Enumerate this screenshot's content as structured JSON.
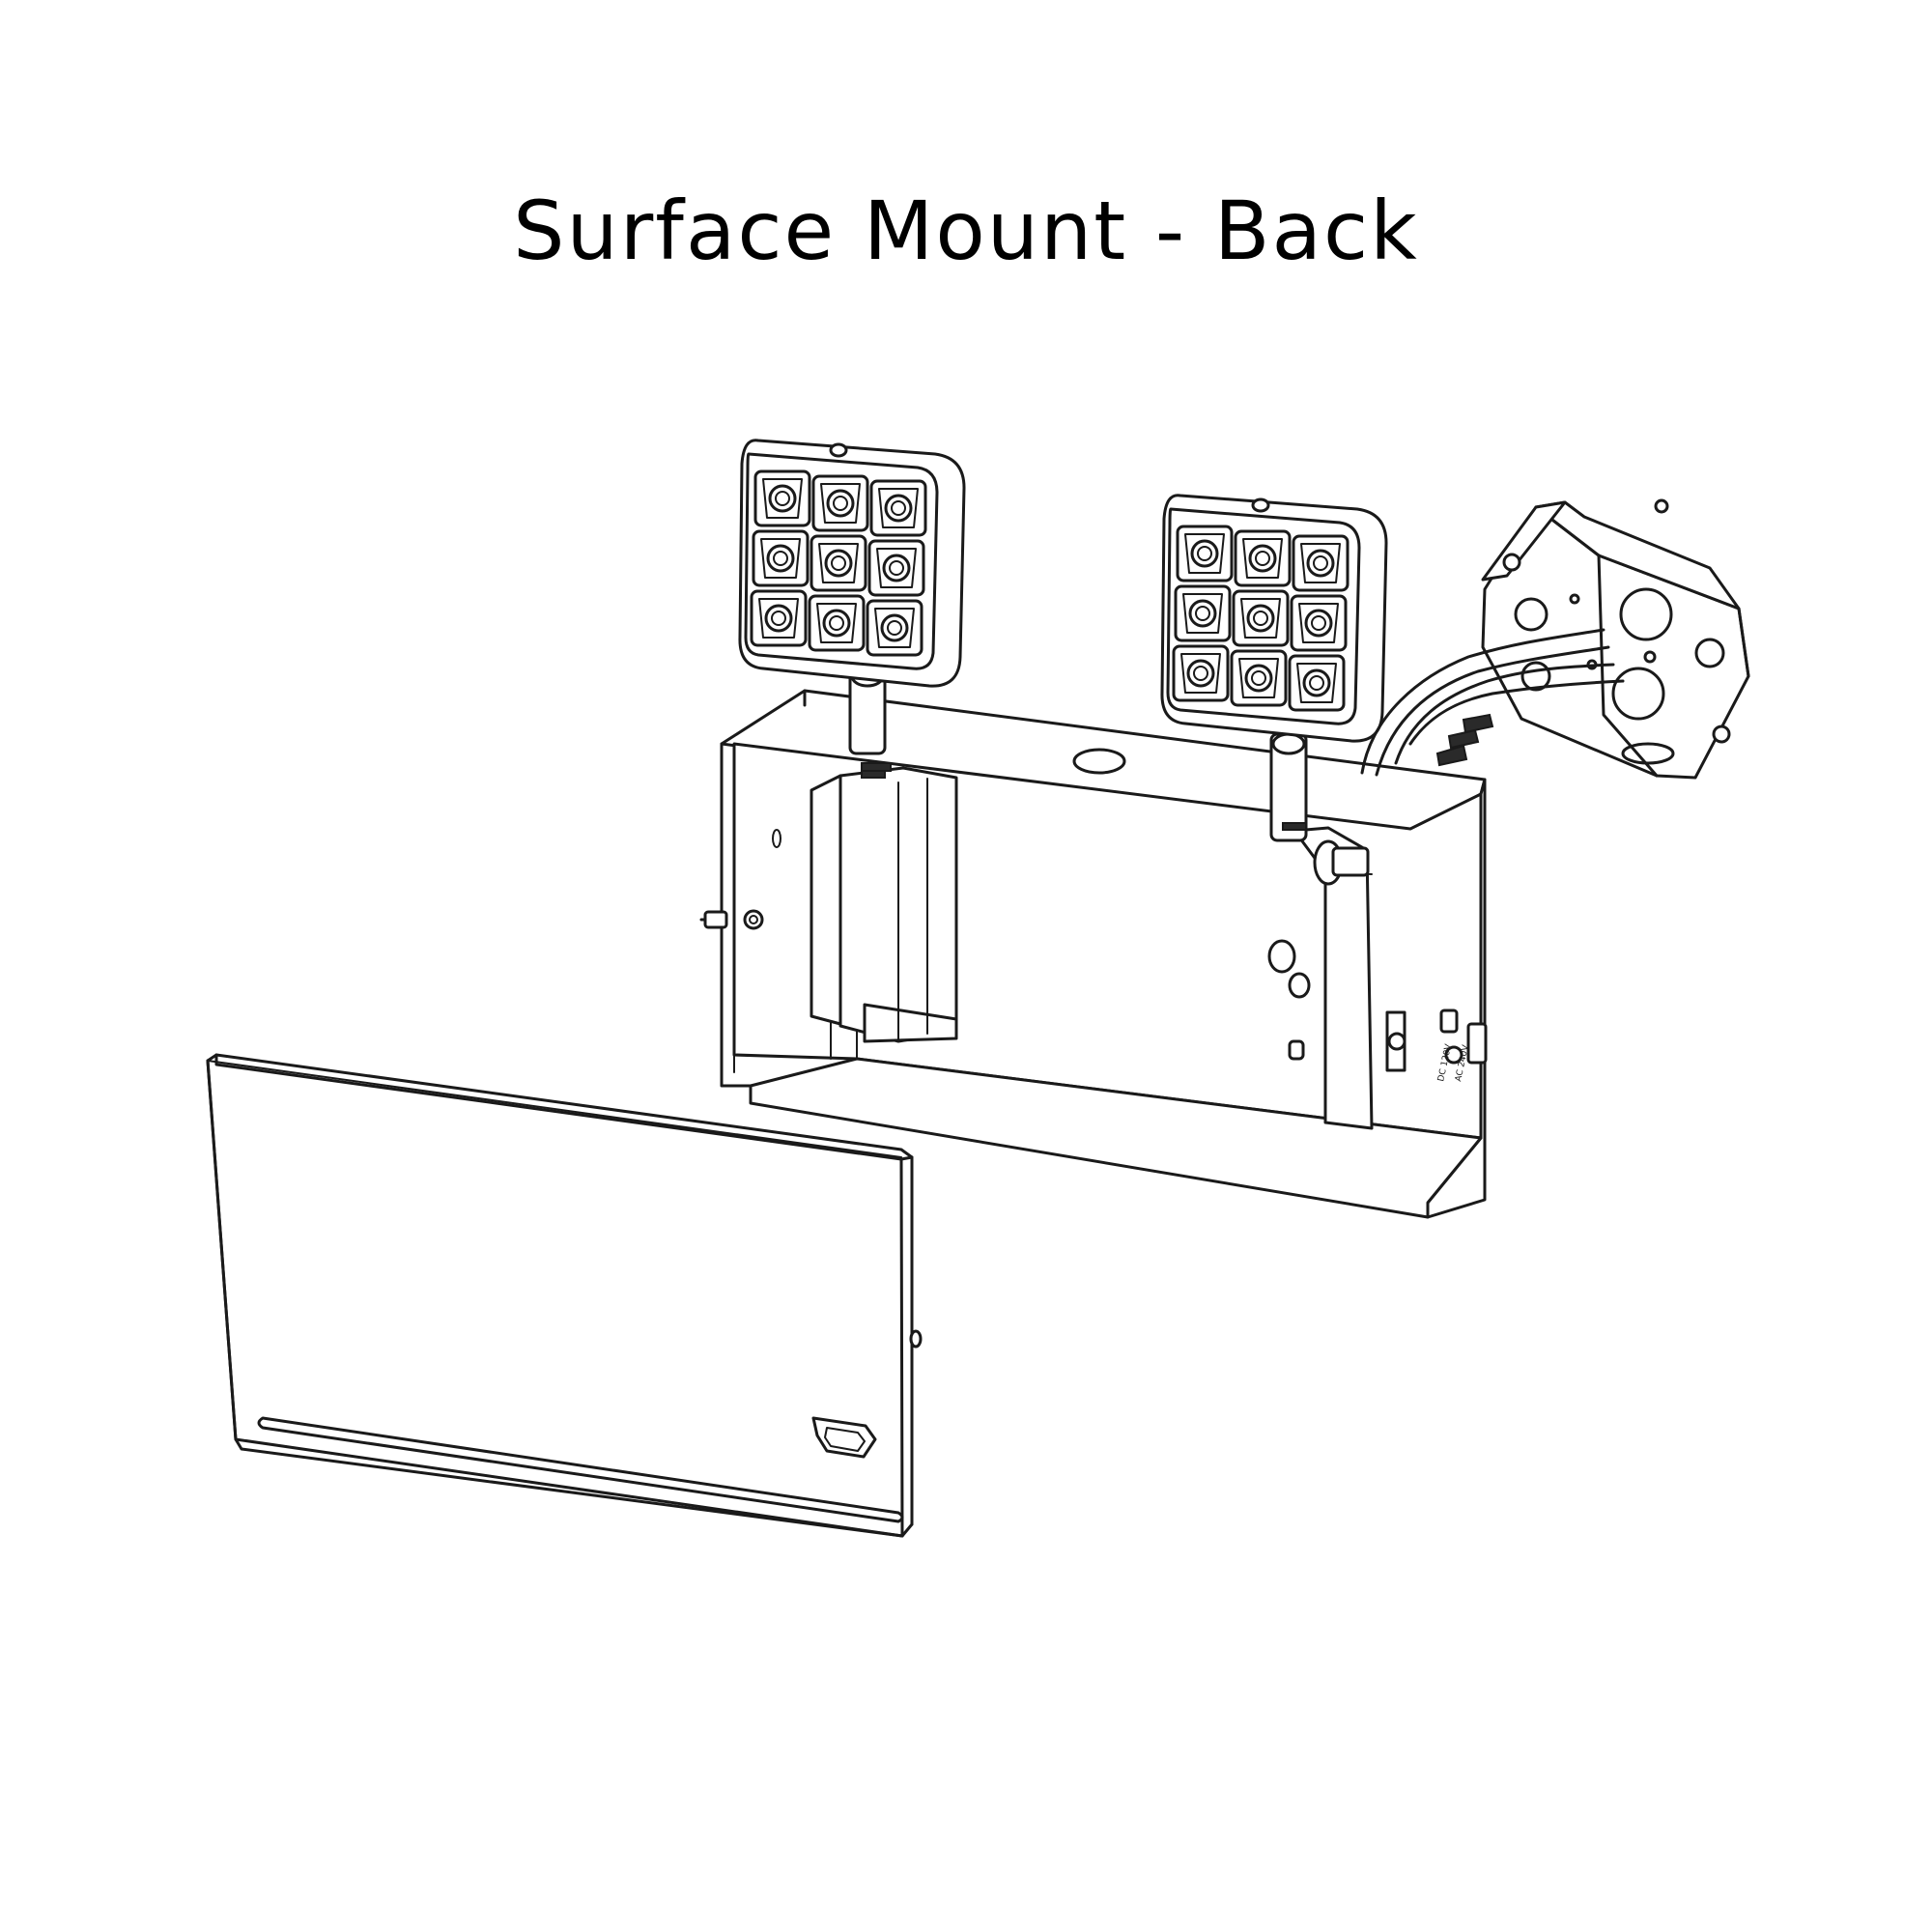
{
  "title": "Surface Mount - Back",
  "callouts": {
    "label_1": "DC 120V",
    "label_2": "AC 240V"
  },
  "icons": {
    "keystone": "keystone-logo-icon"
  },
  "colors": {
    "line": "#1a1a1a",
    "background": "#ffffff"
  }
}
